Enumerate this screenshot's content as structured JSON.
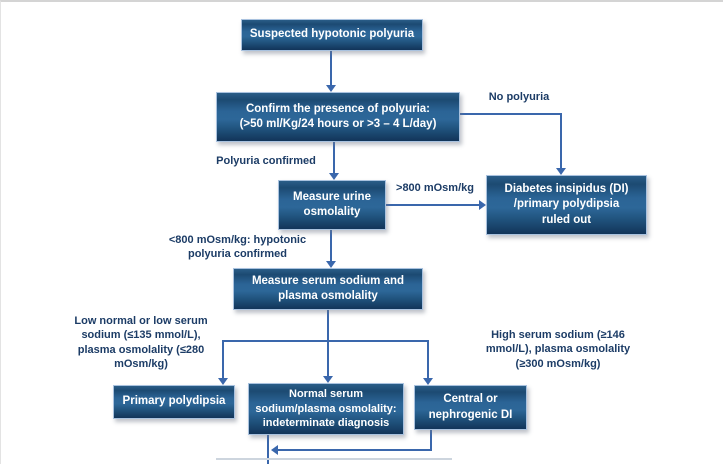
{
  "diagram": {
    "type": "flowchart",
    "topic": "Diagnostic workup of suspected hypotonic polyuria"
  },
  "colors": {
    "node_fill_dark": "#123459",
    "node_fill_mid": "#2d6798",
    "node_border": "#a9c2df",
    "node_text": "#ffffff",
    "edge_label_text": "#1c3c66",
    "connector": "#3a67ac",
    "page_border": "#d4d4d4",
    "background": "#ffffff"
  },
  "nodes": [
    {
      "id": "suspected-hypotonic-polyuria",
      "label": "Suspected hypotonic polyuria"
    },
    {
      "id": "confirm-polyuria",
      "label": "Confirm the presence of polyuria:\n(>50 ml/Kg/24 hours or >3 – 4 L/day)"
    },
    {
      "id": "measure-urine-osmolality",
      "label": "Measure urine\nosmolality"
    },
    {
      "id": "di-ruled-out",
      "label": "Diabetes insipidus (DI)\n/primary polydipsia\nruled out"
    },
    {
      "id": "measure-serum-sodium",
      "label": "Measure serum sodium and\nplasma osmolality"
    },
    {
      "id": "primary-polydipsia",
      "label": "Primary polydipsia"
    },
    {
      "id": "indeterminate-diagnosis",
      "label": "Normal serum\nsodium/plasma osmolality:\nindeterminate diagnosis"
    },
    {
      "id": "central-nephrogenic-di",
      "label": "Central or\nnephrogenic DI"
    }
  ],
  "edge_labels": [
    {
      "id": "no-polyuria",
      "text": "No polyuria"
    },
    {
      "id": "polyuria-confirmed",
      "text": "Polyuria confirmed"
    },
    {
      "id": "gt-800",
      "text": ">800 mOsm/kg"
    },
    {
      "id": "lt-800",
      "text": "<800 mOsm/kg: hypotonic\npolyuria confirmed"
    },
    {
      "id": "low-sodium",
      "text": "Low normal or low serum\nsodium (≤135 mmol/L),\nplasma osmolality (≤280\nmOsm/kg)"
    },
    {
      "id": "high-sodium",
      "text": "High serum sodium (≥146\nmmol/L), plasma osmolality\n(≥300 mOsm/kg)"
    }
  ]
}
